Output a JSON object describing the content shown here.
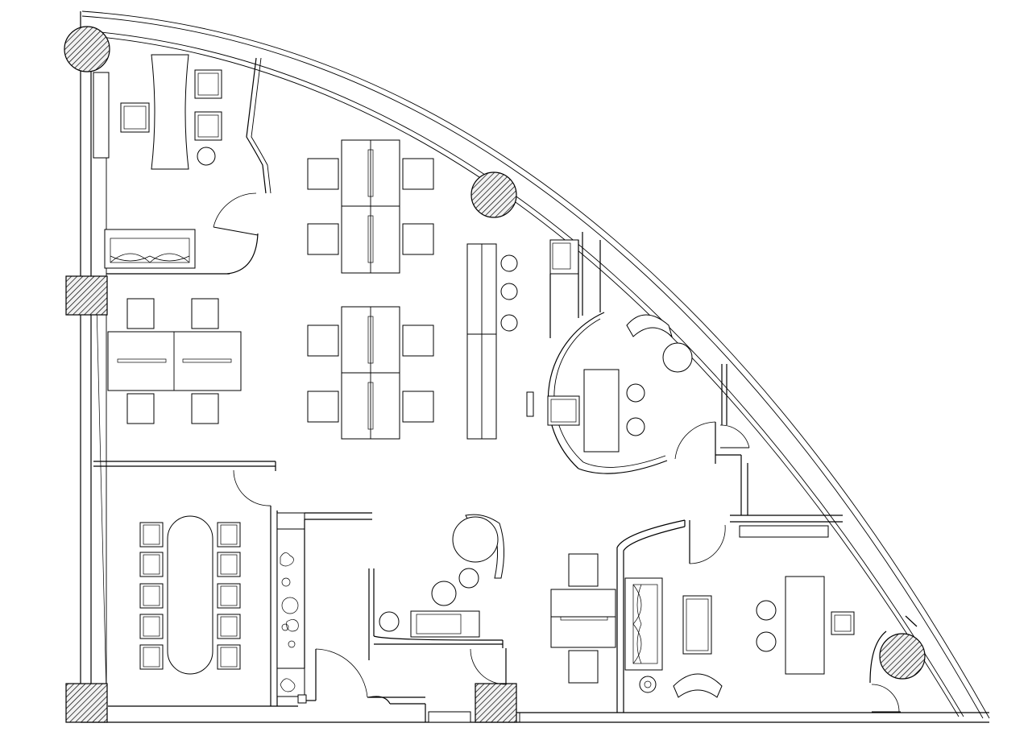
{
  "diagram": {
    "kind": "architectural-floor-plan",
    "view": "top-down",
    "has_text_labels": false,
    "colors": {
      "background": "#ffffff",
      "line": "#000000",
      "column_fill": "#c9c9c9"
    },
    "rooms": [
      {
        "name": "executive-office-top-left"
      },
      {
        "name": "open-workspace"
      },
      {
        "name": "round-meeting-room"
      },
      {
        "name": "conference-room"
      },
      {
        "name": "lounge"
      },
      {
        "name": "executive-office-bottom-right"
      }
    ],
    "counts": {
      "columns": 6,
      "workstation_clusters": 3,
      "conference_chairs": 10,
      "bar_stools": 3
    }
  }
}
